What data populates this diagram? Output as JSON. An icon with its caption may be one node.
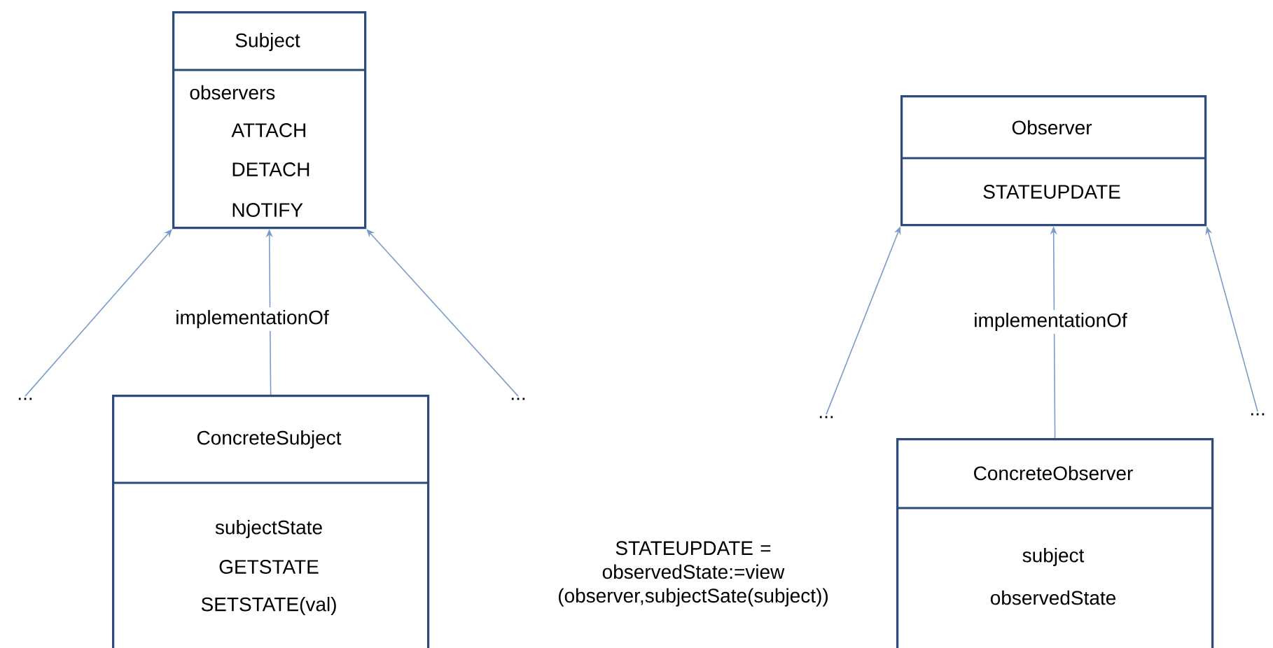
{
  "diagram": {
    "nodes": [
      {
        "text": [
          "Subject",
          "observers",
          "ATTACH",
          "DETACH",
          "NOTIFY"
        ]
      },
      {
        "text": [
          "ConcreteSubject",
          "subjectState",
          "GETSTATE",
          "SETSTATE(val)"
        ]
      },
      {
        "text": [
          "Observer",
          "STATEUPDATE"
        ]
      },
      {
        "text": [
          "ConcreteObserver",
          "subject",
          "observedState"
        ]
      },
      {
        "text": [
          "..."
        ]
      },
      {
        "text": [
          "..."
        ]
      },
      {
        "text": [
          "..."
        ]
      },
      {
        "text": [
          "..."
        ]
      }
    ],
    "edges": [
      {
        "from": 4,
        "to": 0,
        "arrow": "to"
      },
      {
        "from": 1,
        "to": 0,
        "arrow": "to",
        "label": "implementationOf"
      },
      {
        "from": 5,
        "to": 0,
        "arrow": "to"
      },
      {
        "from": 6,
        "to": 2,
        "arrow": "to"
      },
      {
        "from": 3,
        "to": 2,
        "arrow": "to",
        "label": "implementationOf"
      },
      {
        "from": 7,
        "to": 2,
        "arrow": "to"
      }
    ],
    "labels": [
      "STATEUPDATE = observedState:=view (observer,subjectSate(subject))"
    ]
  }
}
